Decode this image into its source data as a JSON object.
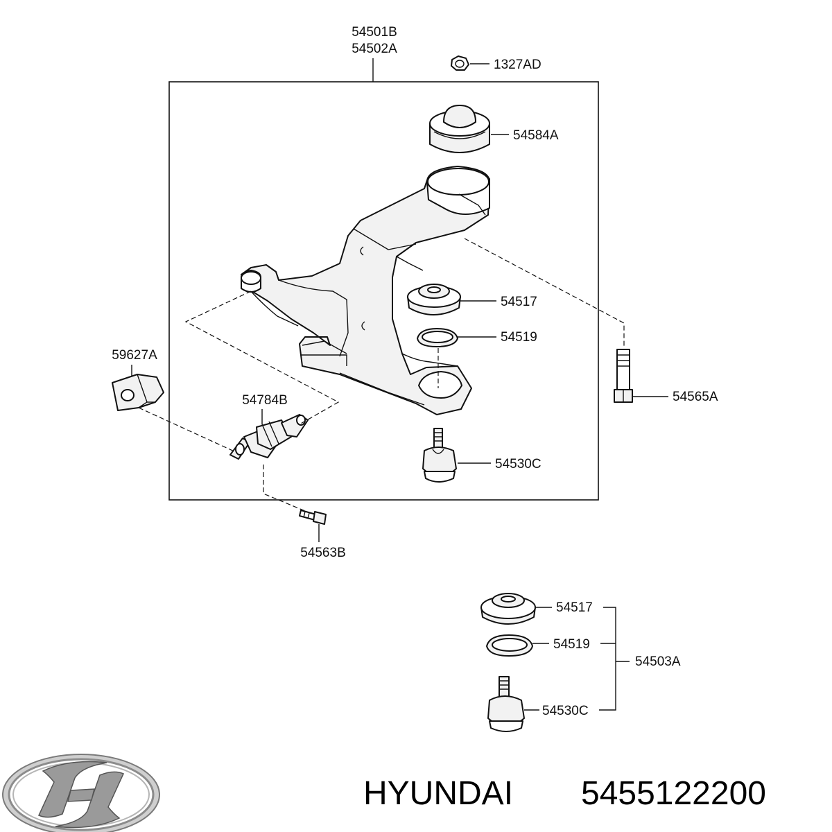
{
  "diagram": {
    "assembly_labels": [
      "54501B",
      "54502A"
    ],
    "labels": {
      "nut": "1327AD",
      "bushing_upper": "54584A",
      "dust_cover": "54517",
      "snap_ring": "54519",
      "bolt_long": "54565A",
      "ball_joint": "54530C",
      "bracket": "59627A",
      "bushing_rear": "54784B",
      "bolt_short": "54563B"
    },
    "kit": {
      "dust_cover": "54517",
      "snap_ring": "54519",
      "ball_joint": "54530C",
      "kit_number": "54503A"
    }
  },
  "footer": {
    "brand": "HYUNDAI",
    "part_number": "5455122200"
  }
}
